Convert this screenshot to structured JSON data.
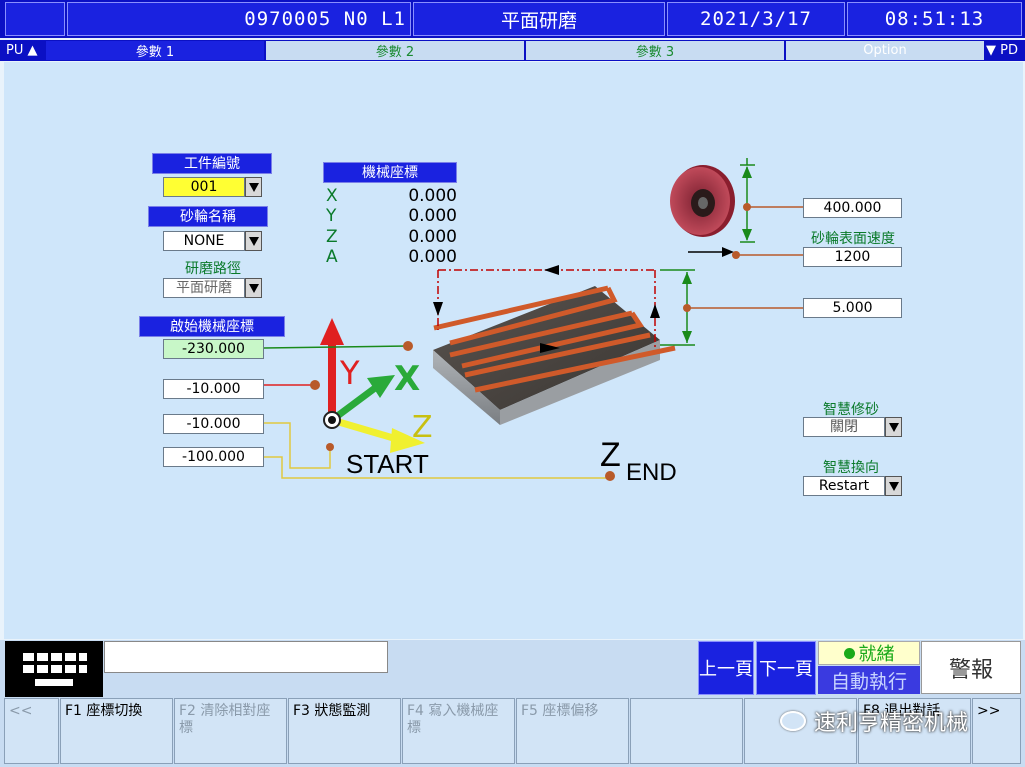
{
  "topbar": {
    "program": "0970005 N0 L1",
    "mode_title": "平面研磨",
    "date": "2021/3/17",
    "time": "08:51:13"
  },
  "tabs": {
    "prev_page": "PU ▲",
    "next_page": "▼ PD",
    "items": [
      {
        "label": "參數 1"
      },
      {
        "label": "參數 2"
      },
      {
        "label": "參數 3"
      },
      {
        "label": "Option"
      }
    ]
  },
  "left_panel": {
    "workpiece_no_label": "工件編號",
    "workpiece_no_value": "001",
    "wheel_name_label": "砂輪名稱",
    "wheel_name_value": "NONE",
    "grind_path_label": "研磨路徑",
    "grind_path_value": "平面研磨",
    "start_coord_label": "啟始機械座標",
    "start_x_value": "-230.000",
    "start_y_value": "-10.000",
    "start_z_value": "-10.000",
    "end_z_value": "-100.000"
  },
  "machine_coord": {
    "title": "機械座標",
    "axes": [
      {
        "axis": "X",
        "value": "0.000"
      },
      {
        "axis": "Y",
        "value": "0.000"
      },
      {
        "axis": "Z",
        "value": "0.000"
      },
      {
        "axis": "A",
        "value": "0.000"
      }
    ]
  },
  "diagram": {
    "axis_y": "Y",
    "axis_x": "X",
    "axis_z": "Z",
    "start_label": "START",
    "zend_z": "Z",
    "zend_sub": "END"
  },
  "right_panel": {
    "wheel_diameter_value": "400.000",
    "wheel_speed_label": "砂輪表面速度",
    "wheel_speed_value": "1200",
    "pitch_value": "5.000",
    "smart_dress_label": "智慧修砂",
    "smart_dress_value": "關閉",
    "smart_reverse_label": "智慧換向",
    "smart_reverse_value": "Restart"
  },
  "bottom": {
    "prev_page": "上一頁",
    "next_page": "下一頁",
    "ready": "就緒",
    "auto_exec": "自動執行",
    "alarm": "警報"
  },
  "fkeys": [
    {
      "label": "<<"
    },
    {
      "label": "F1 座標切換"
    },
    {
      "label": "F2 清除相對座標"
    },
    {
      "label": "F3 狀態監測"
    },
    {
      "label": "F4 寫入機械座標"
    },
    {
      "label": "F5 座標偏移"
    },
    {
      "label": ""
    },
    {
      "label": ""
    },
    {
      "label": "F8 退出對話"
    },
    {
      "label": ">>"
    }
  ],
  "watermark": "速利亨精密机械",
  "colors": {
    "title_blue": "#1a22e0",
    "label_green": "#0a7a2a",
    "highlight_yellow": "#ffff33"
  }
}
